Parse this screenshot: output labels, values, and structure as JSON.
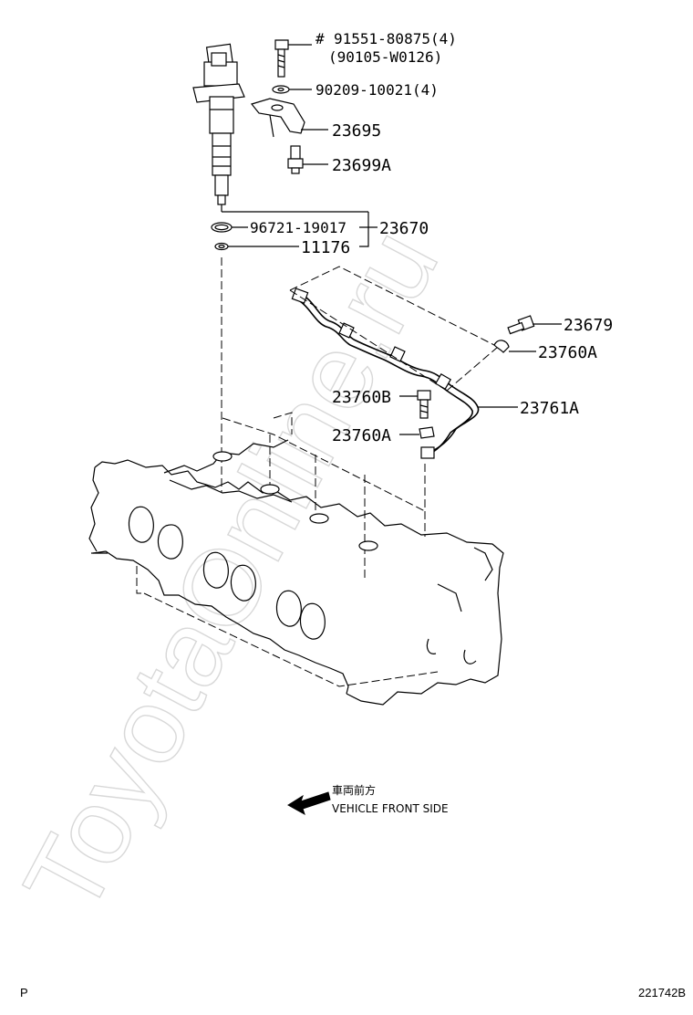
{
  "parts": {
    "bolt": {
      "prefix": "#",
      "number": "91551-80875(4)",
      "alt": "(90105-W0126)"
    },
    "washer": "90209-10021(4)",
    "clamp": "23695",
    "sensor": "23699A",
    "oring": "96721-19017",
    "injector": "23670",
    "gasket": "11176",
    "union_bolt_right": "23679",
    "clamp_right": "23760A",
    "union_bolt_left": "23760B",
    "clamp_left": "23760A",
    "fuel_pipe": "23761A"
  },
  "direction": {
    "japanese": "車両前方",
    "english": "VEHICLE FRONT SIDE"
  },
  "footer": {
    "left": "P",
    "right": "221742B"
  },
  "watermark": "ToyotaOnline.ru"
}
